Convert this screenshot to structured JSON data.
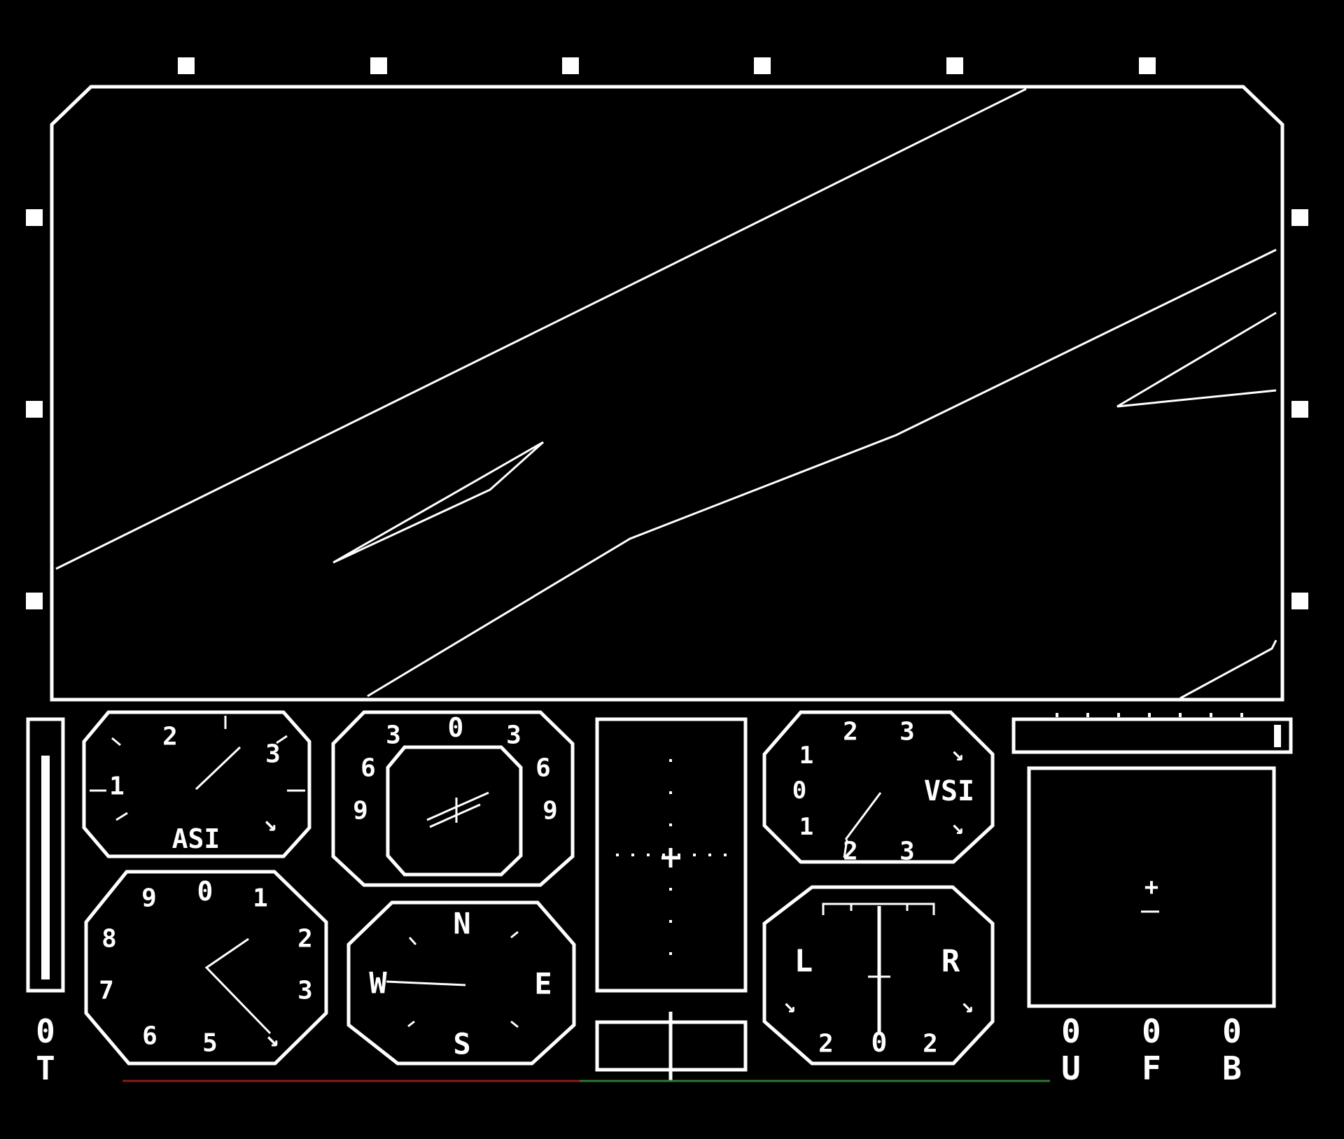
{
  "colors": {
    "background": "#000000",
    "foreground": "#ffffff",
    "strip_left": "#8b1a10",
    "strip_right": "#2f7a36"
  },
  "asi": {
    "label": "ASI",
    "digits": [
      "2",
      "3",
      "1"
    ]
  },
  "attitude": {
    "digits_top": [
      "3",
      "0",
      "3"
    ],
    "digits_side": [
      "6",
      "6",
      "9",
      "9"
    ]
  },
  "vsi": {
    "label": "VSI",
    "digits_upper": [
      "2",
      "3"
    ],
    "digits_lower": [
      "2",
      "3"
    ],
    "digits_side": [
      "1",
      "0",
      "1"
    ]
  },
  "altimeter": {
    "digits": [
      "9",
      "0",
      "1",
      "8",
      "2",
      "7",
      "3",
      "6",
      "5"
    ]
  },
  "compass": {
    "cardinals": {
      "n": "N",
      "e": "E",
      "s": "S",
      "w": "W"
    }
  },
  "turn_coordinator": {
    "left": "L",
    "right": "R",
    "digits_bottom": [
      "2",
      "0",
      "2"
    ]
  },
  "throttle": {
    "value": "0",
    "label": "T"
  },
  "readouts": [
    {
      "value": "0",
      "label": "U"
    },
    {
      "value": "0",
      "label": "F"
    },
    {
      "value": "0",
      "label": "B"
    }
  ],
  "nav_indicator": {
    "symbol": "+"
  }
}
